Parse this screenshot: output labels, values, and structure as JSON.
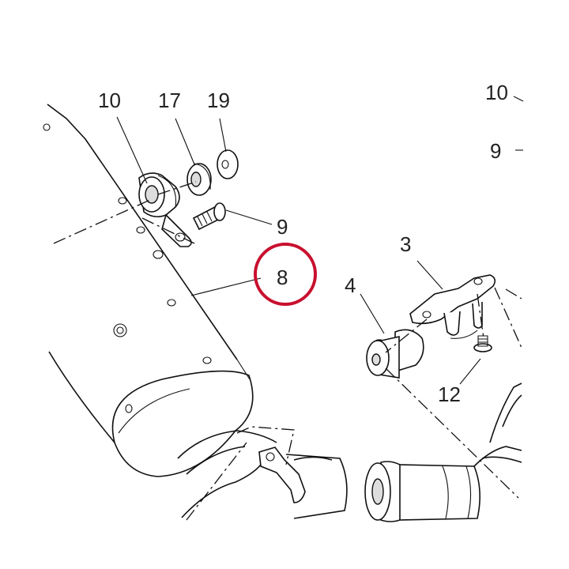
{
  "callouts": {
    "c1": "10",
    "c2": "17",
    "c3": "19",
    "c4": "9",
    "c5": "8",
    "c6": "3",
    "c7": "4",
    "c8": "12",
    "c9": "10",
    "c10": "9"
  },
  "colors": {
    "line": "#111111",
    "highlight_circle": "#c8102e",
    "shade": "#dddddd",
    "background": "#ffffff"
  }
}
